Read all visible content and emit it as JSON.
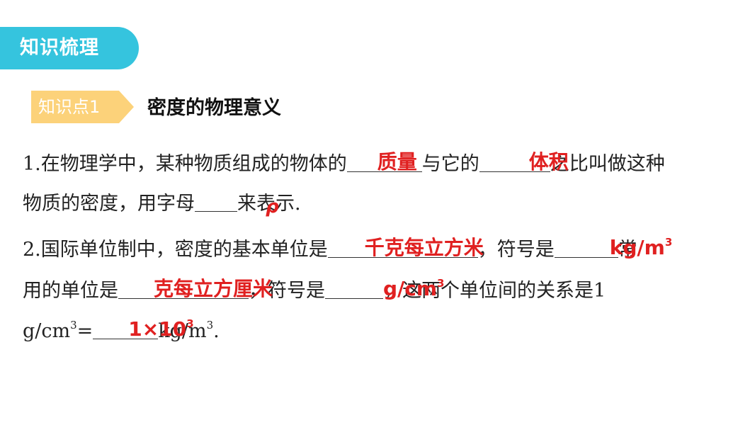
{
  "section": {
    "title": "知识梳理"
  },
  "knowledge_point": {
    "badge": "知识点1",
    "title": "密度的物理意义"
  },
  "question1": {
    "part1": "1.在物理学中，某种物质组成的物体的",
    "ans_mass": "质量",
    "part2": "与它的",
    "ans_volume": "体积",
    "part3": "之比叫做这种",
    "part4": "物质的密度，用字母",
    "ans_rho": "ρ",
    "part5": "来表示."
  },
  "question2": {
    "part1": "2.国际单位制中，密度的基本单位是",
    "ans_si_unit": "千克每立方米",
    "part2": "，符号是",
    "ans_si_symbol": "kg/m",
    "ans_si_symbol_exp": "3",
    "part3": "常",
    "part4": "用的单位是",
    "ans_common_unit": "克每立方厘米",
    "part5": "，符号是",
    "ans_common_symbol": "g/cm",
    "ans_common_symbol_exp": "3",
    "part6": "，这两个单位间的关系是1",
    "part7_unit": "g/cm",
    "part7_exp": "3",
    "part7_eq": "=",
    "ans_relation": "1×10",
    "ans_relation_exp": "3",
    "part8_unit": "kg/m",
    "part8_exp": "3",
    "part8_end": "."
  },
  "colors": {
    "tab": "#35c4de",
    "badge": "#fcd27a",
    "answer": "#e02020"
  }
}
